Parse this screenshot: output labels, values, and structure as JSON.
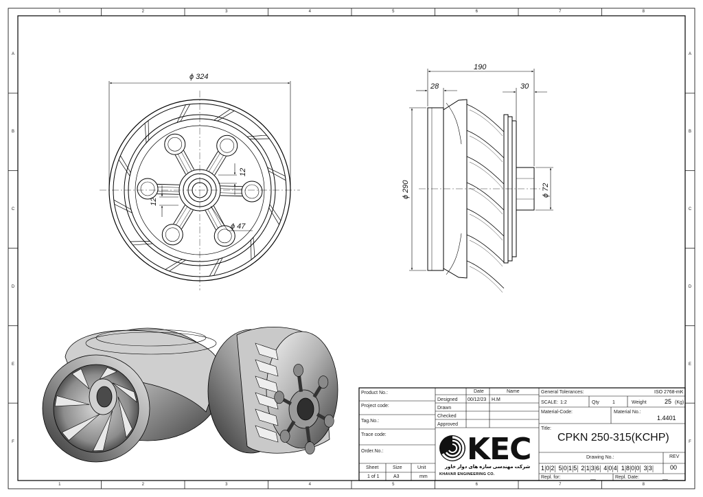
{
  "sheet": {
    "zone_columns": [
      "1",
      "2",
      "3",
      "4",
      "5",
      "6",
      "7",
      "8"
    ],
    "zone_rows": [
      "A",
      "B",
      "C",
      "D",
      "E",
      "F"
    ]
  },
  "front_view": {
    "outer_diameter": "ϕ 324",
    "hub_diameter": "ϕ 47",
    "keyway_width": "12",
    "keyway_offset": "12"
  },
  "side_view": {
    "overall_length": "190",
    "front_width": "28",
    "rear_width": "30",
    "outer_diameter": "ϕ 290",
    "hub_diameter": "ϕ 72"
  },
  "title_block": {
    "labels": {
      "product_no": "Product No.:",
      "project_code": "Project code:",
      "tag_no": "Tag.No.:",
      "trace_code": "Trace code:",
      "order_no": "Order.No.:",
      "sheet": "Sheet",
      "size": "Size",
      "unit": "Unit",
      "date": "Date",
      "name": "Name",
      "designed": "Designed",
      "drawn": "Drawn",
      "checked": "Checked",
      "approved": "Approved",
      "general_tolerances": "General Tolerances:",
      "scale": "SCALE:",
      "qty": "Qty",
      "weight": "Weight",
      "weight_unit": "(Kg)",
      "material_code": "Material-Code:",
      "material_no": "Material No.:",
      "title": "Title:",
      "drawing_no": "Drawing No.:",
      "rev": "REV",
      "repl_for": "Repl. for:",
      "repl_date": "Repl. Date:"
    },
    "values": {
      "sheet": "1 of 1",
      "size": "A3",
      "unit": "mm",
      "designed_date": "00/12/23",
      "designed_name": "H.M",
      "general_tolerances": "ISO 2768-mK",
      "scale": "1:2",
      "qty": "1",
      "weight": "25",
      "material_no": "1.4401",
      "title": "CPKN 250-315(KCHP)",
      "drawing_no": [
        "1",
        "0",
        "2",
        "5",
        "0",
        "1",
        "5",
        "2",
        "1",
        "3",
        "6",
        "4",
        "0",
        "4",
        "1",
        "8",
        "0",
        "0",
        "3",
        "3"
      ],
      "rev": "00",
      "repl_for": "__",
      "repl_date": "__"
    },
    "logo": {
      "mark": "KEC",
      "company_fa": "شرکت مهندسی سازه های دوار خاور",
      "company_en": "KHAVAR ENGINEERING CO."
    }
  }
}
